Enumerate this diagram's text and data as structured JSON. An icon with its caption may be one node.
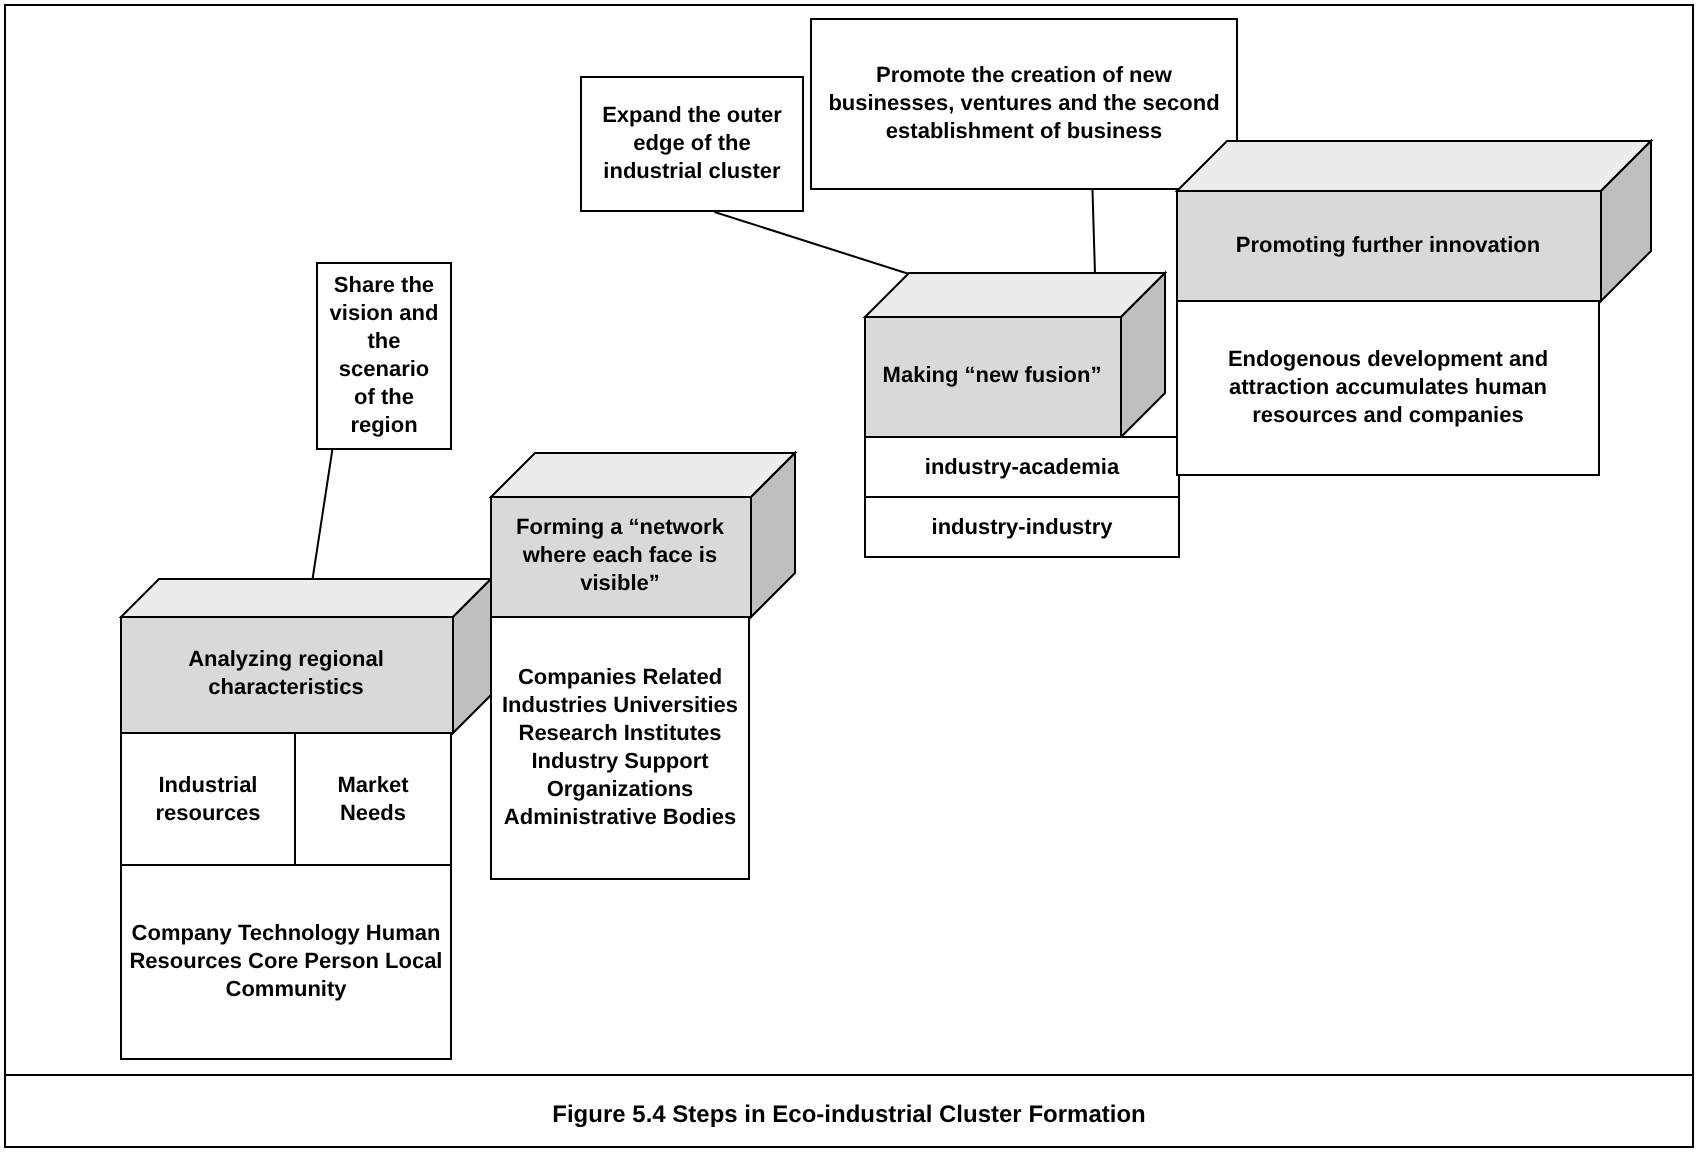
{
  "diagram": {
    "caption": "Figure 5.4 Steps in Eco-industrial Cluster Formation",
    "nodes": [
      {
        "text": [
          "Share the vision and the scenario of the region"
        ]
      },
      {
        "text": [
          "Analyzing regional characteristics"
        ]
      },
      {
        "text": [
          "Industrial resources"
        ]
      },
      {
        "text": [
          "Market Needs"
        ]
      },
      {
        "text": [
          "Company Technology Human Resources Core Person Local Community"
        ]
      },
      {
        "text": [
          "Forming a “network where each face is visible”"
        ]
      },
      {
        "text": [
          "Companies Related Industries Universities Research Institutes Industry Support Organizations Administrative Bodies"
        ]
      },
      {
        "text": [
          "Expand the outer edge of the industrial cluster"
        ]
      },
      {
        "text": [
          "Promote the creation of new businesses, ventures and the second establishment of business"
        ]
      },
      {
        "text": [
          "Making “new fusion”"
        ]
      },
      {
        "text": [
          "industry-academia"
        ]
      },
      {
        "text": [
          "industry-industry"
        ]
      },
      {
        "text": [
          "Promoting further innovation"
        ]
      },
      {
        "text": [
          "Endogenous development and attraction accumulates human resources and companies"
        ]
      }
    ],
    "edges": [
      {
        "from": 0,
        "to": 1,
        "arrow": "none"
      },
      {
        "from": 7,
        "to": 9,
        "arrow": "none"
      },
      {
        "from": 8,
        "to": 9,
        "arrow": "none"
      }
    ]
  }
}
